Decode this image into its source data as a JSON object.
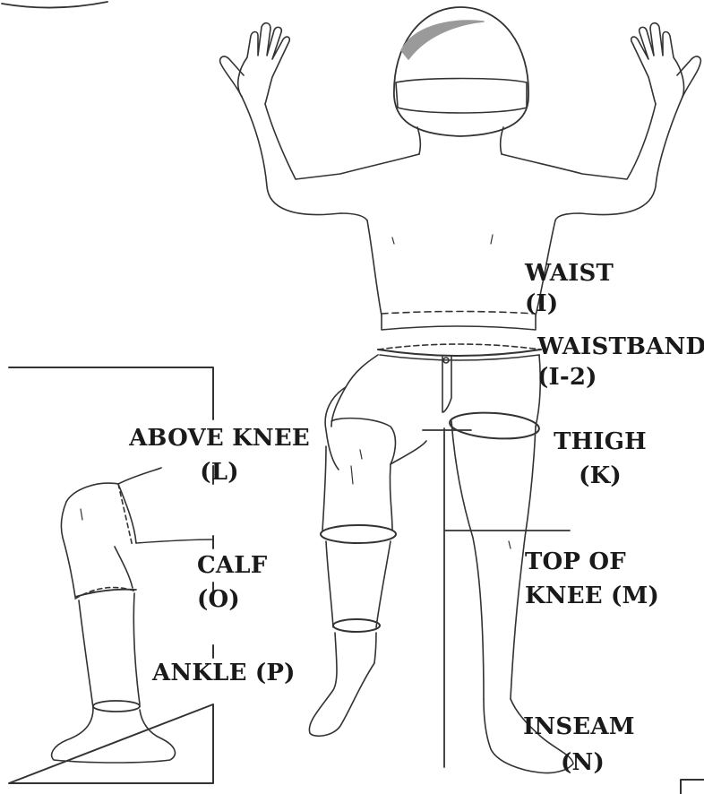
{
  "labels": {
    "waist": {
      "name": "WAIST",
      "code": "(I)"
    },
    "waistband": {
      "name": "WAISTBAND",
      "code": "(I-2)"
    },
    "thigh": {
      "name": "THIGH",
      "code": "(K)"
    },
    "above_knee": {
      "name": "ABOVE KNEE",
      "code": "(L)"
    },
    "top_of_knee": {
      "name": "TOP OF",
      "code": "KNEE (M)"
    },
    "calf": {
      "name": "CALF",
      "code": "(O)"
    },
    "ankle": {
      "name": "ANKLE (P)"
    },
    "inseam": {
      "name": "INSEAM",
      "code": "(N)"
    }
  },
  "colors": {
    "line": "#333333",
    "text": "#1a1a1a",
    "helmet_highlight": "#9a9a9a"
  }
}
